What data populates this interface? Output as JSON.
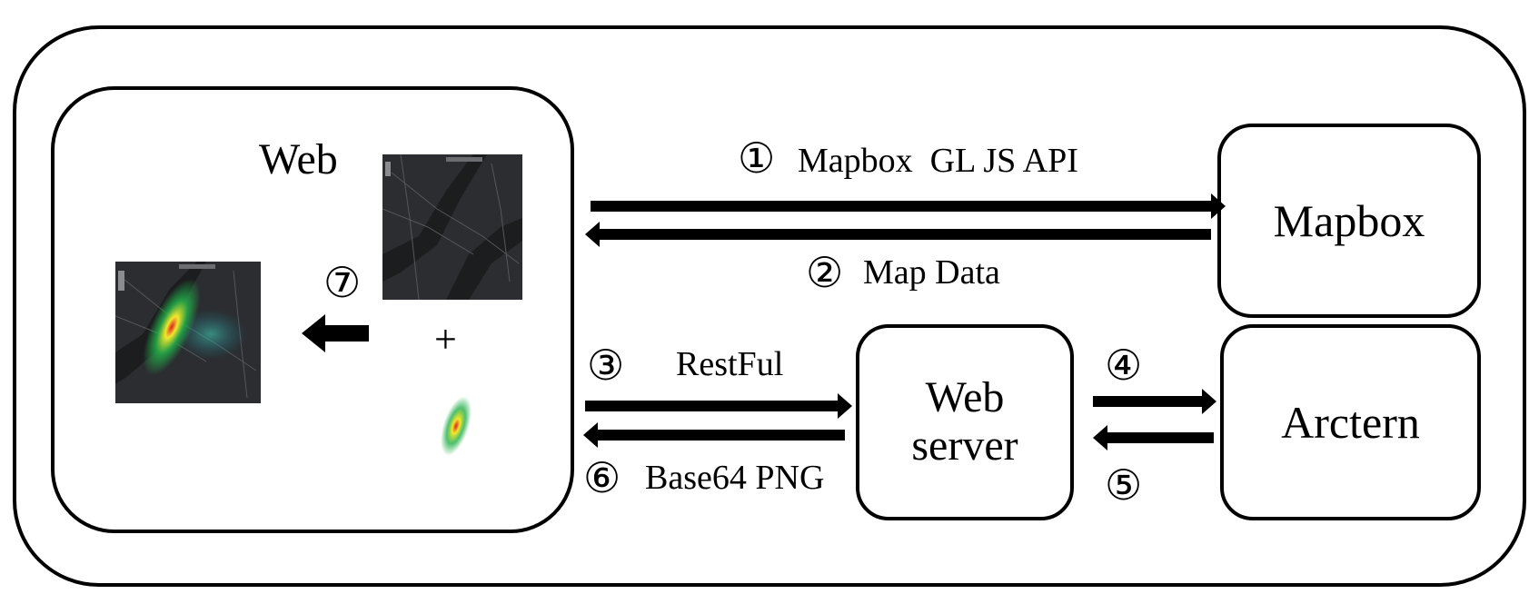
{
  "nodes": {
    "web": "Web",
    "mapbox": "Mapbox",
    "web_server": "Web server",
    "arctern": "Arctern"
  },
  "steps": {
    "s1": {
      "num": "①",
      "label": "Mapbox  GL JS API"
    },
    "s2": {
      "num": "②",
      "label": "Map Data"
    },
    "s3": {
      "num": "③",
      "label": "RestFul"
    },
    "s4": {
      "num": "④"
    },
    "s5": {
      "num": "⑤"
    },
    "s6": {
      "num": "⑥",
      "label": "Base64 PNG"
    },
    "s7": {
      "num": "⑦"
    }
  },
  "plus_sign": "+",
  "colors": {
    "stroke": "#000000",
    "map_bg": "#2b2d30",
    "heat_low": "#22b04a",
    "heat_mid": "#f2e72b",
    "heat_high": "#e02020"
  }
}
